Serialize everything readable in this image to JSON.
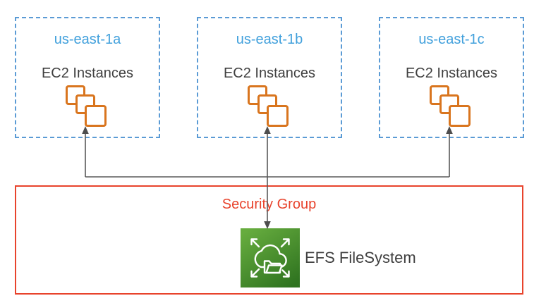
{
  "zones": [
    {
      "name": "us-east-1a",
      "label": "EC2 Instances"
    },
    {
      "name": "us-east-1b",
      "label": "EC2 Instances"
    },
    {
      "name": "us-east-1c",
      "label": "EC2 Instances"
    }
  ],
  "security_group": {
    "label": "Security Group"
  },
  "efs": {
    "label": "EFS FileSystem"
  },
  "icons": {
    "ec2_instances": "stacked-squares-icon",
    "efs_filesystem": "cloud-folder-expand-arrows-icon",
    "connectors": "arrow-connector-lines"
  },
  "colors": {
    "zone_border_blue": "#5B9BD5",
    "zone_title_blue": "#41A0DC",
    "body_text_gray": "#3F3F3F",
    "ec2_orange": "#D9751E",
    "security_group_red": "#E8432C",
    "connector_gray": "#595959",
    "efs_green_top": "#66AC3E",
    "efs_green_bottom": "#2F7320"
  }
}
